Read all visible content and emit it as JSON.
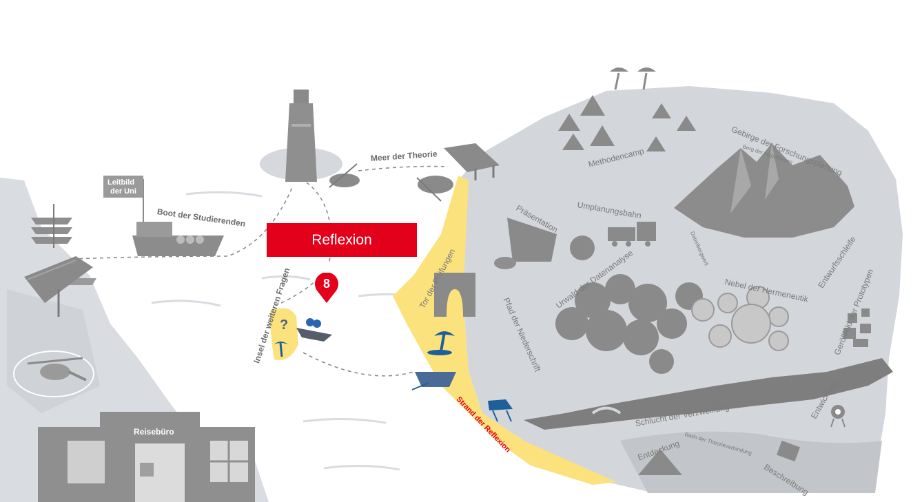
{
  "map": {
    "highlight": {
      "title": "Reflexion",
      "step_number": "8",
      "accent_color": "#e2001a",
      "beach_color": "#fbe27d"
    },
    "labels": {
      "flag": [
        "Leitbild",
        "der Uni"
      ],
      "boat": "Boot der Studierenden",
      "sea": "Meer der Theorie",
      "island": "Insel der weiteren Fragen",
      "beach": "Strand der Reflexion",
      "methodencamp": "Methodencamp",
      "gebirge": "Gebirge der Forschungsplanung",
      "berg": "Berg der Hypothesen",
      "datenbergwerk": "Datenbergwerk",
      "praesentation": "Präsentation",
      "umplanungsbahn": "Umplanungsbahn",
      "tor": "Tor der Prüfungen",
      "pfad": "Pfad der Niederschrift",
      "urwald": "Urwald der Datenanalyse",
      "nebel": "Nebel der Hermeneutik",
      "entwurfsschleife": "Entwurfsschleife",
      "geroellfeld": "Geröllfeld der Prototypen",
      "schlucht": "Schlucht der Verzweiflung",
      "bach": "Bach der Theorieverbindung",
      "entwicklung": "Entwicklung",
      "entdeckung": "Entdeckung",
      "beschreibung": "Beschreibung",
      "reisebuero": "Reisebüro"
    },
    "icons": [
      "lighthouse-icon",
      "kayak-icon",
      "ship-icon",
      "pier-icon",
      "helicopter-icon",
      "rowing-boat-icon",
      "palm-tree-icon",
      "beach-chair-icon",
      "tent-icon",
      "train-icon",
      "amphitheater-icon",
      "gate-icon",
      "mountain-icon",
      "tree-icon",
      "fog-icon",
      "pyramid-icon",
      "robot-icon",
      "book-icon",
      "map-pin-icon"
    ]
  }
}
